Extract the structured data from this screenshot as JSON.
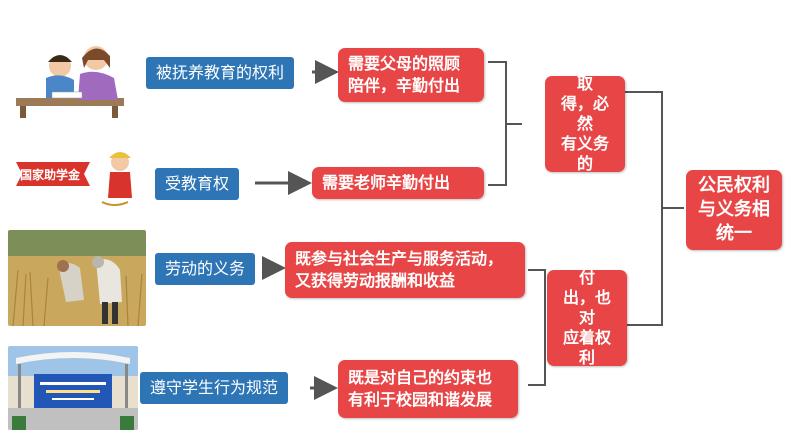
{
  "rows": [
    {
      "right": "被抚养教育的权利",
      "need": "需要父母的照顾\n陪伴，辛勤付出",
      "image": "parent-tutoring-child-illustration"
    },
    {
      "right": "受教育权",
      "need": "需要老师辛勤付出",
      "image": "national-scholarship-logo",
      "logo_text": "国家助学金"
    },
    {
      "right": "劳动的义务",
      "need": "既参与社会生产与服务活动，\n又获得劳动报酬和收益",
      "image": "farmers-harvesting-wheat-photo"
    },
    {
      "right": "遵守学生行为规范",
      "need": "既是对自己的约束也\n有利于校园和谐发展",
      "image": "school-stage-photo"
    }
  ],
  "groups": {
    "rights": "权利的取\n得，必然\n有义务的\n付出",
    "duties": "义务的付\n出，也对\n应着权利\n的取得"
  },
  "conclusion": "公民权利\n与义务相\n统一",
  "colors": {
    "blue": "#2e75b6",
    "red": "#e84646",
    "line": "#555555"
  }
}
